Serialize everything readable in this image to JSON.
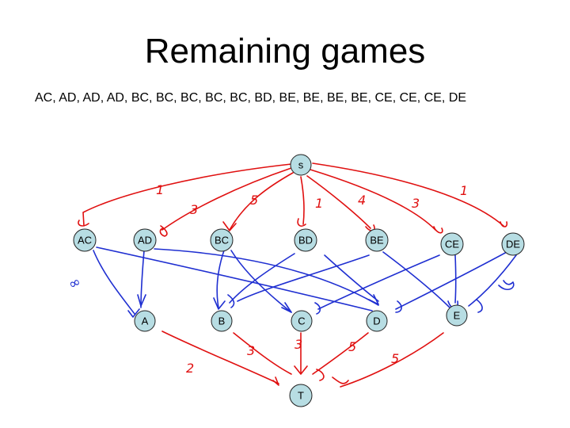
{
  "title": "Remaining games",
  "games_list": "AC, AD, AD, AD, BC, BC, BC, BC, BC, BD, BE, BE, BE, BE, CE, CE, CE, DE",
  "nodes": {
    "source": "s",
    "sink": "T",
    "games": [
      "AC",
      "AD",
      "BC",
      "BD",
      "BE",
      "CE",
      "DE"
    ],
    "teams": [
      "A",
      "B",
      "C",
      "D",
      "E"
    ]
  },
  "annotations": {
    "source_caps": [
      "1",
      "3",
      "5",
      "1",
      "4",
      "3",
      "1"
    ],
    "sink_caps": [
      "2",
      "3",
      "3",
      "5",
      "5"
    ],
    "infinity": "∞"
  },
  "colors": {
    "node_fill": "#b7dde3",
    "ink_red": "#e01010",
    "ink_blue": "#1f2fd1"
  }
}
